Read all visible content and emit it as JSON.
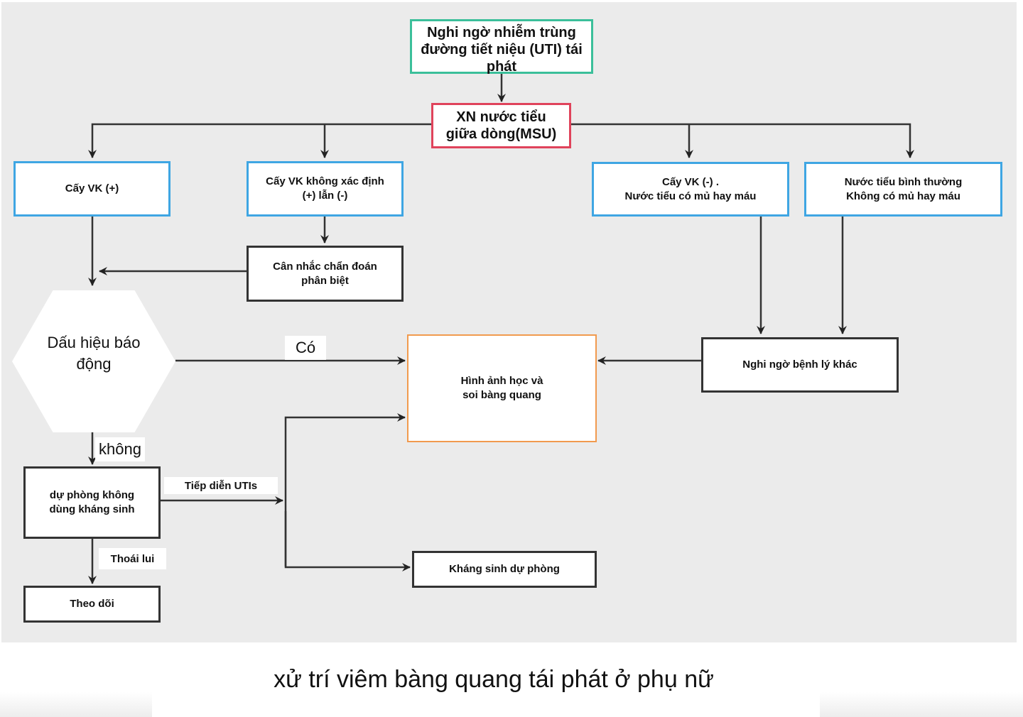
{
  "diagram": {
    "nodes": {
      "start": "Nghi ngờ nhiễm trùng\nđường tiết niệu (UTI) tái\nphát",
      "msu": "XN nước tiểu\ngiữa dòng(MSU)",
      "culture_positive": "Cấy VK (+)",
      "culture_indeterminate": "Cấy VK không xác định\n(+) lẫn (-)",
      "culture_negative": "Cấy VK (-) .\nNước tiểu có mủ hay máu",
      "urine_normal": "Nước tiểu bình thường\nKhông có mủ hay máu",
      "differential": "Cân nhắc chẩn đoán\nphân biệt",
      "warning_signs": "Dấu hiệu báo\nđộng",
      "imaging": "Hình ảnh học và\nsoi bàng quang",
      "other_disease": "Nghi ngờ bệnh lý khác",
      "non_antibiotic": "dự phòng không\ndùng kháng sinh",
      "antibiotic_prophylaxis": "Kháng sinh dự phòng",
      "follow_up": "Theo dõi"
    },
    "edge_labels": {
      "yes": "Có",
      "no": "không",
      "continued_utis": "Tiếp diễn UTIs",
      "regression": "Thoái lui"
    },
    "colors": {
      "start_border": "#3bbf9a",
      "msu_border": "#e0435b",
      "result_border": "#3fa6e3",
      "imaging_border": "#f19a4e",
      "process_border": "#333333",
      "background": "#ebebeb"
    }
  },
  "caption": "xử trí viêm bàng quang tái phát ở phụ nữ"
}
